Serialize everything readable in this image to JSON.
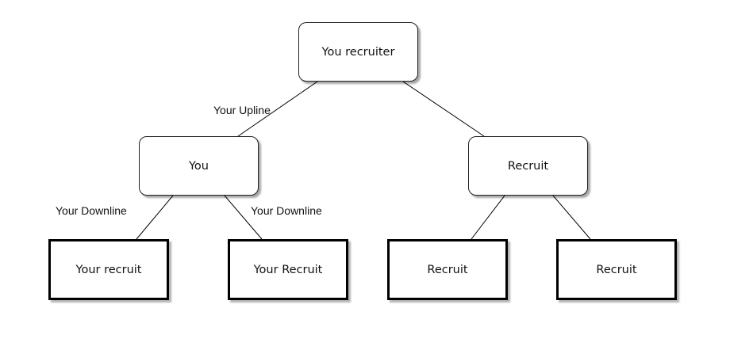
{
  "nodes": {
    "root": "You recruiter",
    "you": "You",
    "recruit_right": "Recruit",
    "your_recruit_1": "Your recruit",
    "your_recruit_2": "Your Recruit",
    "recruit_3": "Recruit",
    "recruit_4": "Recruit"
  },
  "edge_labels": {
    "upline": "Your Upline",
    "downline_left": "Your Downline",
    "downline_right": "Your Downline"
  },
  "colors": {
    "stroke": "#000000",
    "background": "#ffffff"
  }
}
